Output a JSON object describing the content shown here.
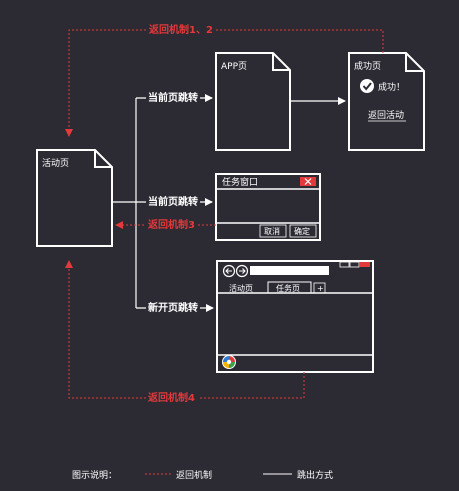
{
  "pages": {
    "activity_page": "活动页",
    "app_page": "APP页",
    "success_page": {
      "title": "成功页",
      "message": "成功！",
      "link": "返回活动"
    }
  },
  "task_window": {
    "title": "任务窗口",
    "cancel": "取消",
    "confirm": "确定",
    "close_icon": "close-icon"
  },
  "browser": {
    "tab_activity": "活动页",
    "tab_task": "任务页",
    "tab_add": "+",
    "icons": [
      "back-arrow-icon",
      "forward-arrow-icon",
      "minimize-icon",
      "maximize-icon",
      "close-icon",
      "browser-logo-icon"
    ]
  },
  "transitions": {
    "current_jump_1": "当前页跳转",
    "current_jump_2": "当前页跳转",
    "new_page_jump": "新开页跳转"
  },
  "return_mechanisms": {
    "top": "返回机制1、2",
    "middle": "返回机制3",
    "bottom": "返回机制4"
  },
  "legend": {
    "title": "图示说明：",
    "return_label": "返回机制",
    "jump_label": "跳出方式"
  },
  "colors": {
    "background": "#2c2a33",
    "line": "#ffffff",
    "return_line": "#e2393b"
  }
}
